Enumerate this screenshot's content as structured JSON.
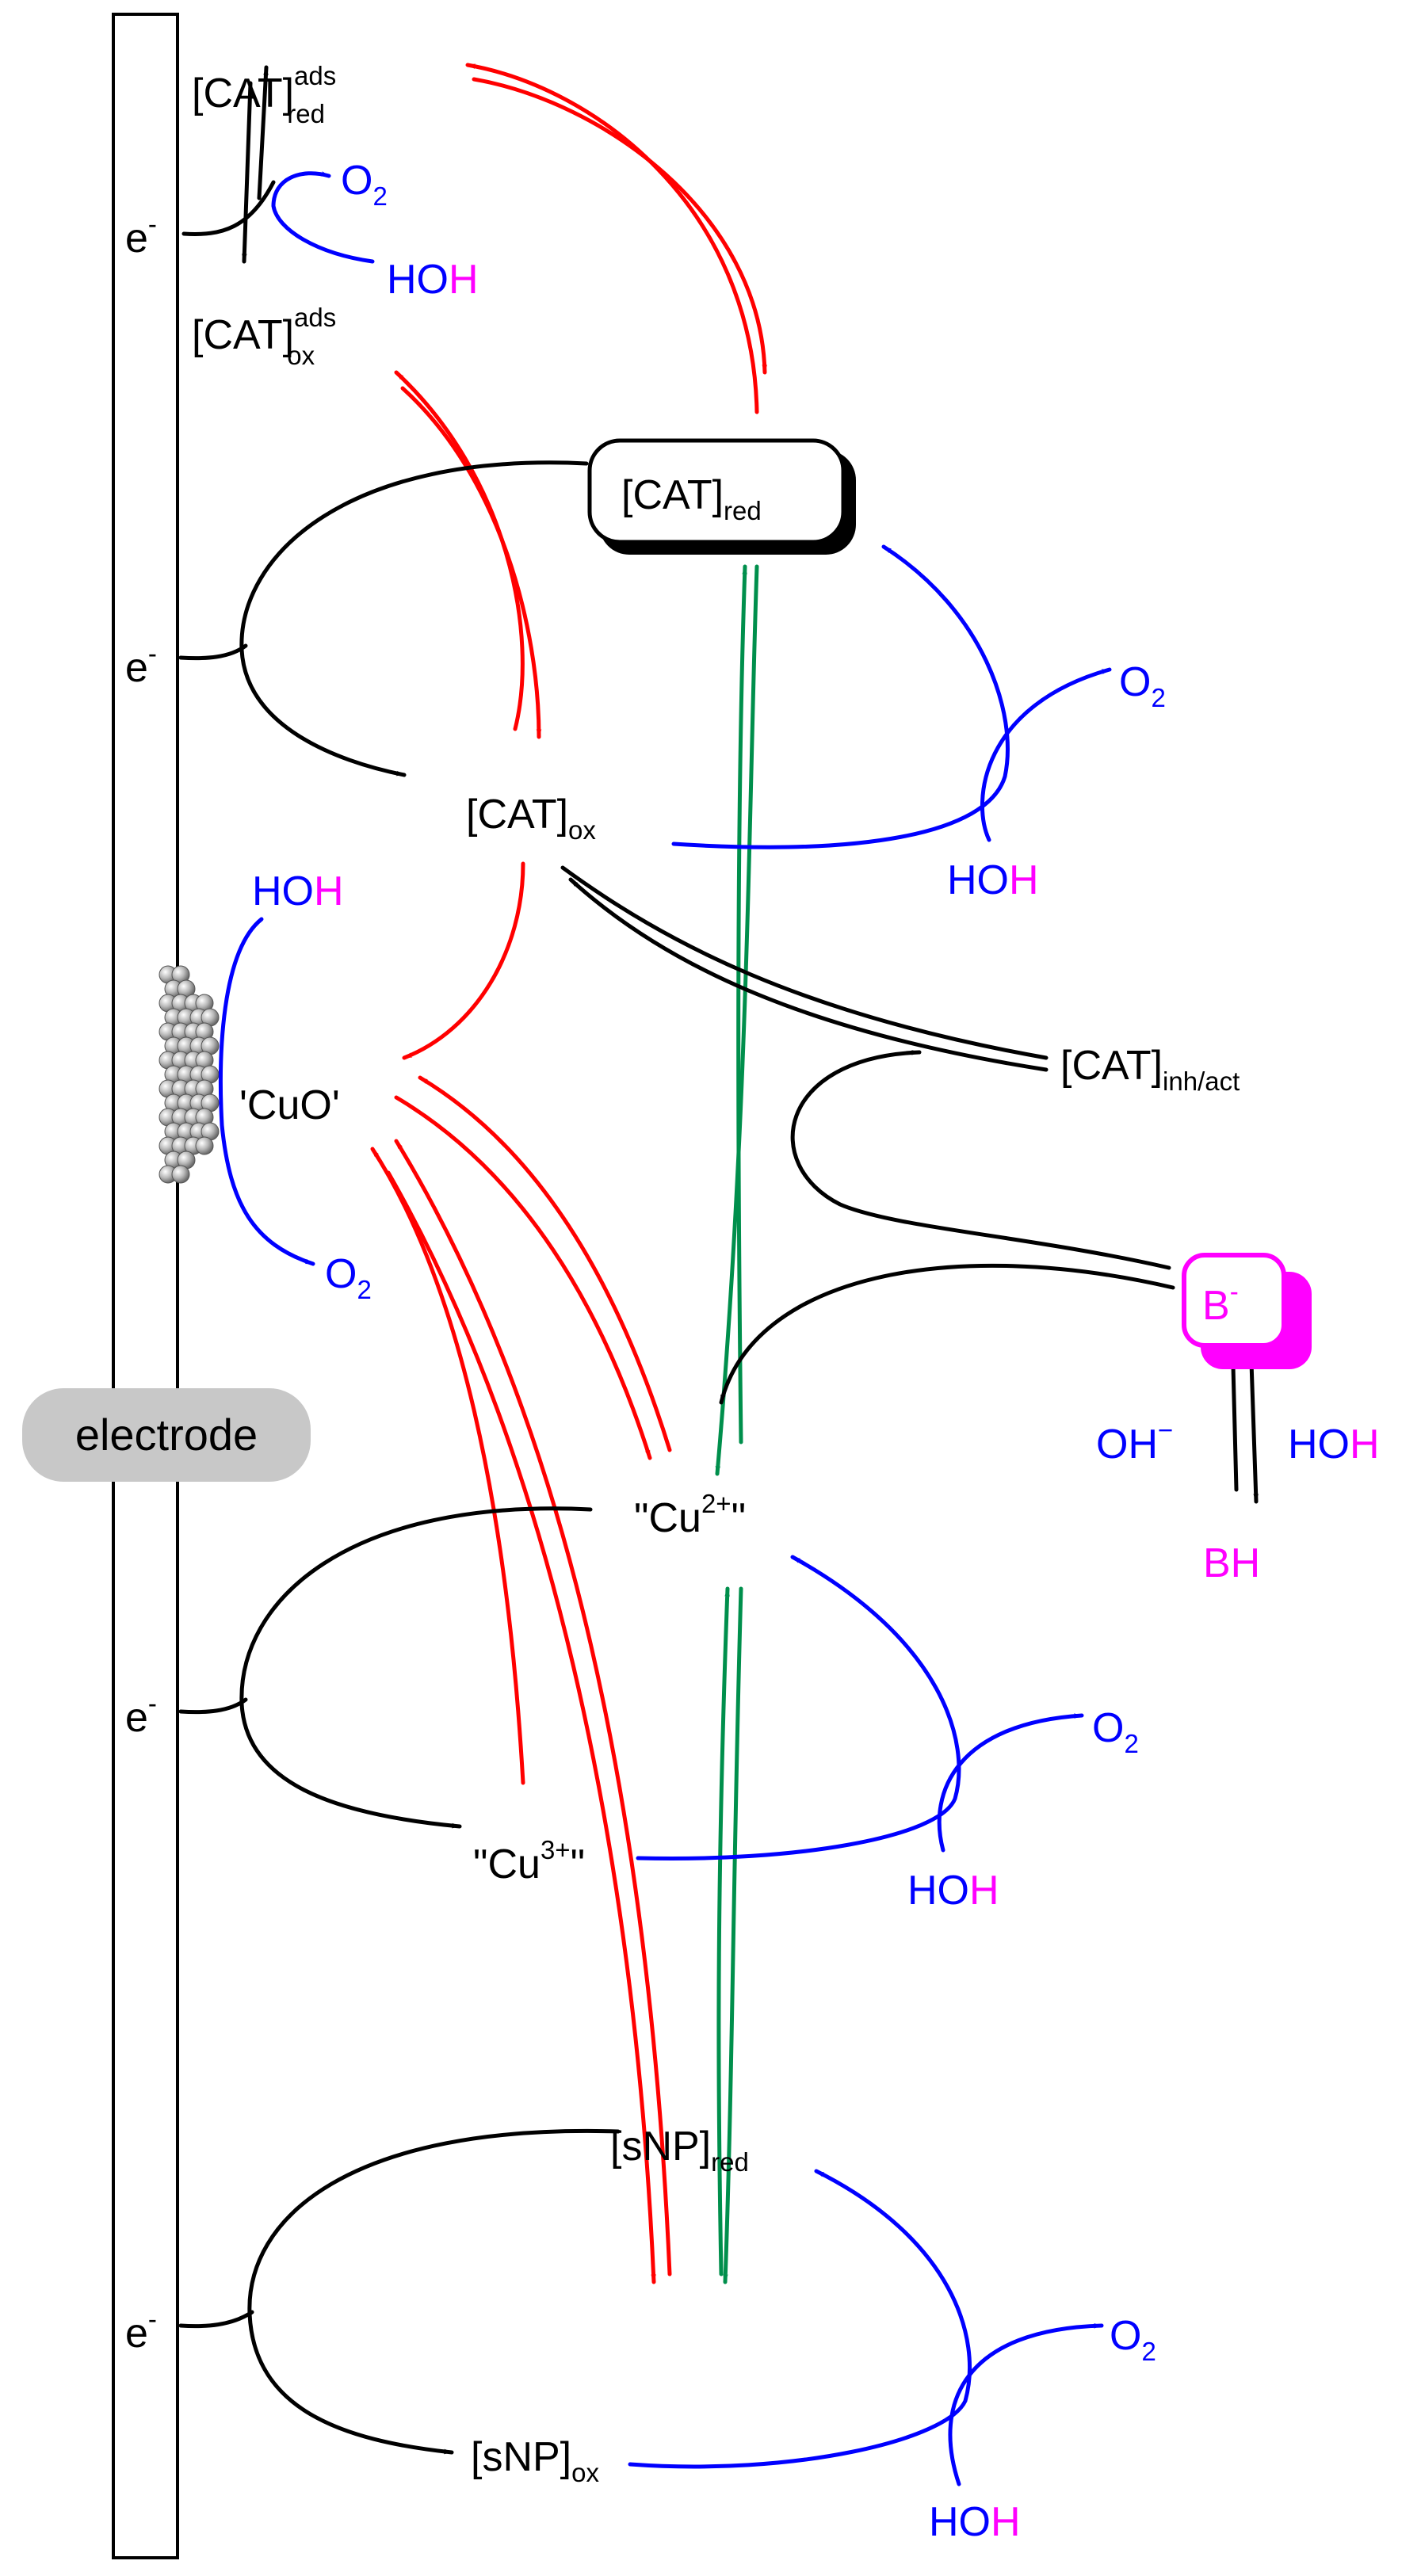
{
  "colors": {
    "ink": "#000000",
    "oxygen_path": "#0000ff",
    "copper_path": "#ff0000",
    "nanoparticle_path": "#008f4c",
    "base": "#ff00ff",
    "electrode_label_bg": "#c8c8c8",
    "cuo_particles": "#a9a9a9"
  },
  "electrode": {
    "label": "electrode"
  },
  "species": {
    "cat_red_ads": {
      "main": "[CAT]",
      "sub": "red",
      "sup": "ads"
    },
    "cat_ox_ads": {
      "main": "[CAT]",
      "sub": "ox",
      "sup": "ads"
    },
    "cat_red": {
      "main": "[CAT]",
      "sub": "red"
    },
    "cat_ox": {
      "main": "[CAT]",
      "sub": "ox"
    },
    "cat_inh": {
      "main": "[CAT]",
      "sub": "inh/act"
    },
    "cuo": {
      "main": "'CuO'"
    },
    "cu2": {
      "pre": "\"Cu",
      "sup": "2+",
      "post": "\""
    },
    "cu3": {
      "pre": "\"Cu",
      "sup": "3+",
      "post": "\""
    },
    "snp_red": {
      "main": "[sNP]",
      "sub": "red"
    },
    "snp_ox": {
      "main": "[sNP]",
      "sub": "ox"
    },
    "base": {
      "main": "B",
      "sup": "-"
    },
    "bh": "BH",
    "oh": {
      "main": "OH",
      "sup": "−"
    }
  },
  "electron": {
    "main": "e",
    "sup": "-"
  },
  "oxygen": {
    "main": "O",
    "sub": "2"
  },
  "water": {
    "ho": "HO",
    "h": "H"
  }
}
